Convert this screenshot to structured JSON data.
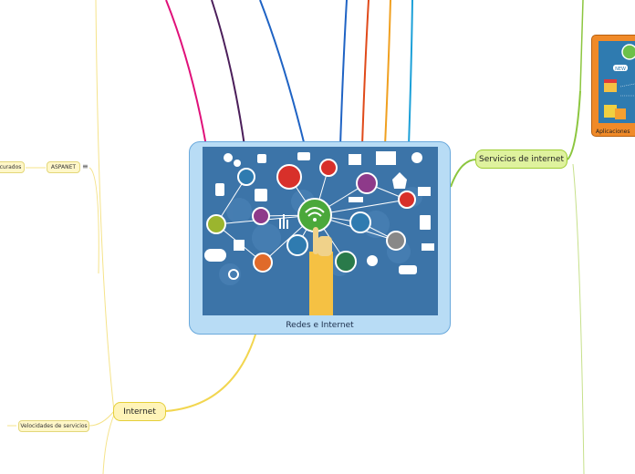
{
  "central": {
    "label": "Redes e Internet"
  },
  "services": {
    "label": "Servicios de internet"
  },
  "apps": {
    "label": "Aplicaciones"
  },
  "internet": {
    "label": "Internet"
  },
  "aspanet": {
    "label": "ASPANET",
    "menu_icon": "≡"
  },
  "left_truncated": {
    "label": "curados"
  },
  "speeds": {
    "label": "Velocidades de servicios"
  },
  "apps_badge": {
    "label": "NEW"
  },
  "colors": {
    "central_fill": "#b8dcf5",
    "image_bg": "#3c74a8",
    "services_pill": "#dff29e",
    "internet_pill": "#fff4b8",
    "app_card": "#f08a28",
    "line_magenta": "#e0117a",
    "line_purple": "#4b1e5a",
    "line_blue": "#1f63c4",
    "line_red": "#e04a1a",
    "line_orange": "#f0a020",
    "line_cyan": "#1ca0d8",
    "line_green": "#8cc63f",
    "line_yellow": "#f2d650"
  }
}
